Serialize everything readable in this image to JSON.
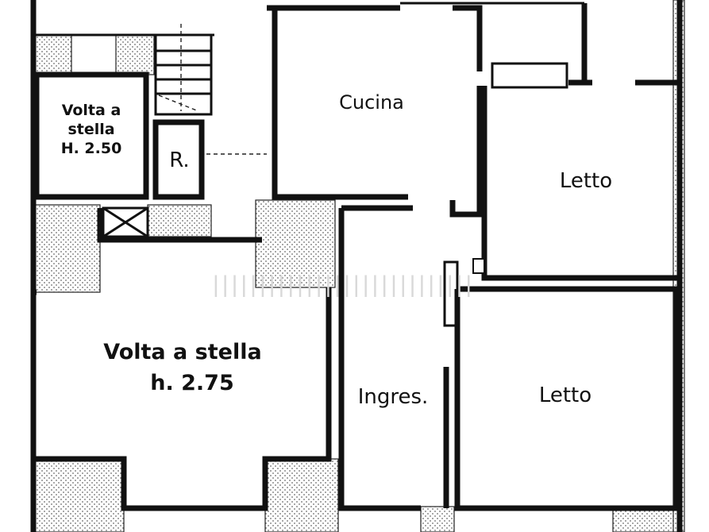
{
  "rooms": {
    "volta_stella_small_line1": "Volta a",
    "volta_stella_small_line2": "stella",
    "volta_stella_small_line3": "H. 2.50",
    "ripostiglio": "R.",
    "cucina": "Cucina",
    "letto_top": "Letto",
    "volta_stella_large_line1": "Volta a stella",
    "volta_stella_large_line2": "h. 2.75",
    "ingresso": "Ingres.",
    "letto_bottom": "Letto"
  },
  "colors": {
    "wall": "#111111",
    "hatch_dots": "#6a6a6a",
    "background": "#ffffff",
    "watermark": "#d9d9d9"
  }
}
